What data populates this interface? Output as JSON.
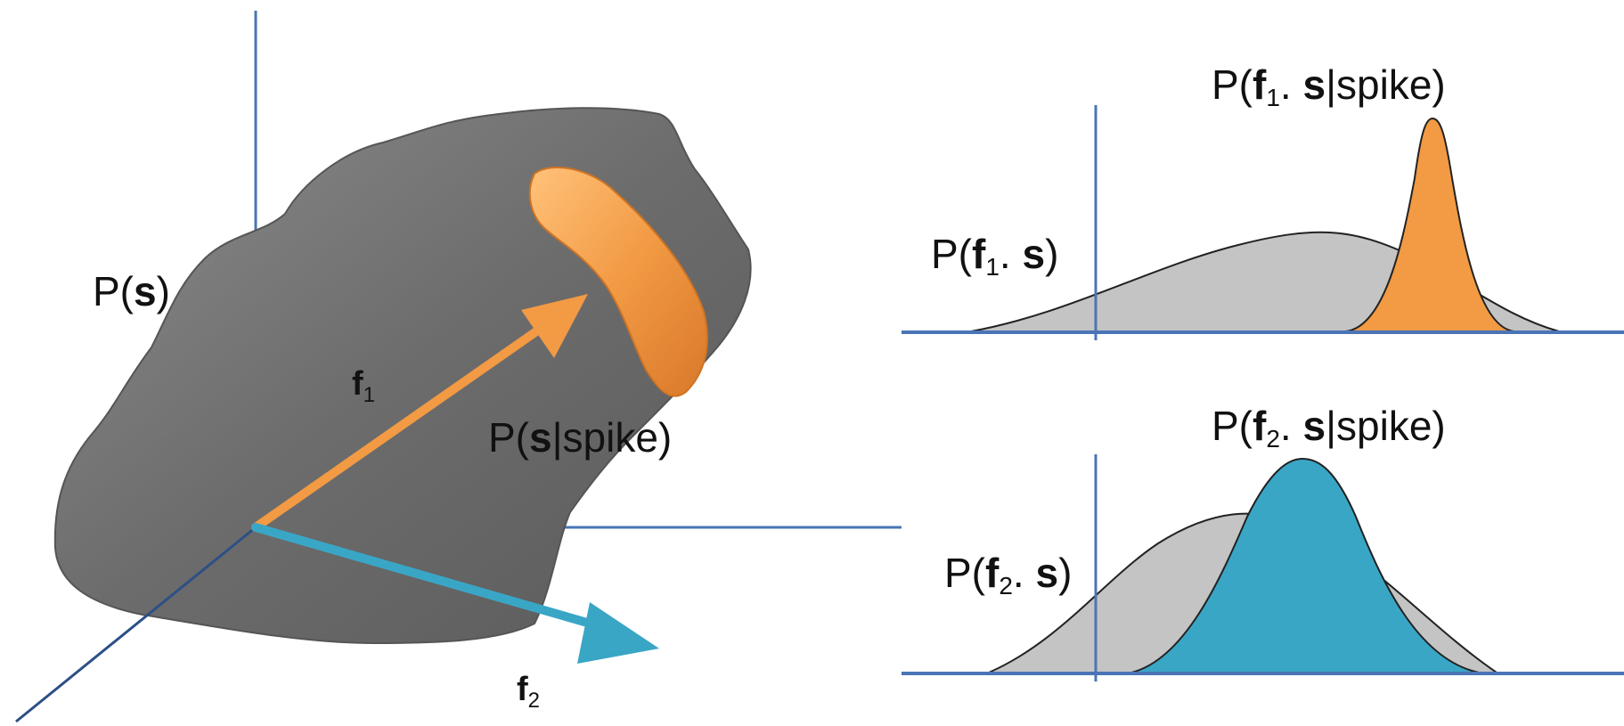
{
  "colors": {
    "axis": "#4a74b6",
    "blob": "#6a6a6a",
    "orange": "#f29a44",
    "teal": "#3aa6c6",
    "gray_dist": "#c4c4c4"
  },
  "left_panel": {
    "prior_label": {
      "p": "P(",
      "s": "s",
      "close": ")"
    },
    "spike_label": {
      "p": "P(",
      "s": "s",
      "rest": "|spike)"
    },
    "f1_label": {
      "f": "f",
      "sub": "1"
    },
    "f2_label": {
      "f": "f",
      "sub": "2"
    }
  },
  "right_top": {
    "spike_label": {
      "p": "P(",
      "f": "f",
      "sub": "1",
      "dot": ". ",
      "s": "s",
      "rest": "|spike)"
    },
    "prior_label": {
      "p": "P(",
      "f": "f",
      "sub": "1",
      "dot": ". ",
      "s": "s",
      "close": ")"
    }
  },
  "right_bottom": {
    "spike_label": {
      "p": "P(",
      "f": "f",
      "sub": "2",
      "dot": ". ",
      "s": "s",
      "rest": "|spike)"
    },
    "prior_label": {
      "p": "P(",
      "f": "f",
      "sub": "2",
      "dot": ". ",
      "s": "s",
      "close": ")"
    }
  }
}
